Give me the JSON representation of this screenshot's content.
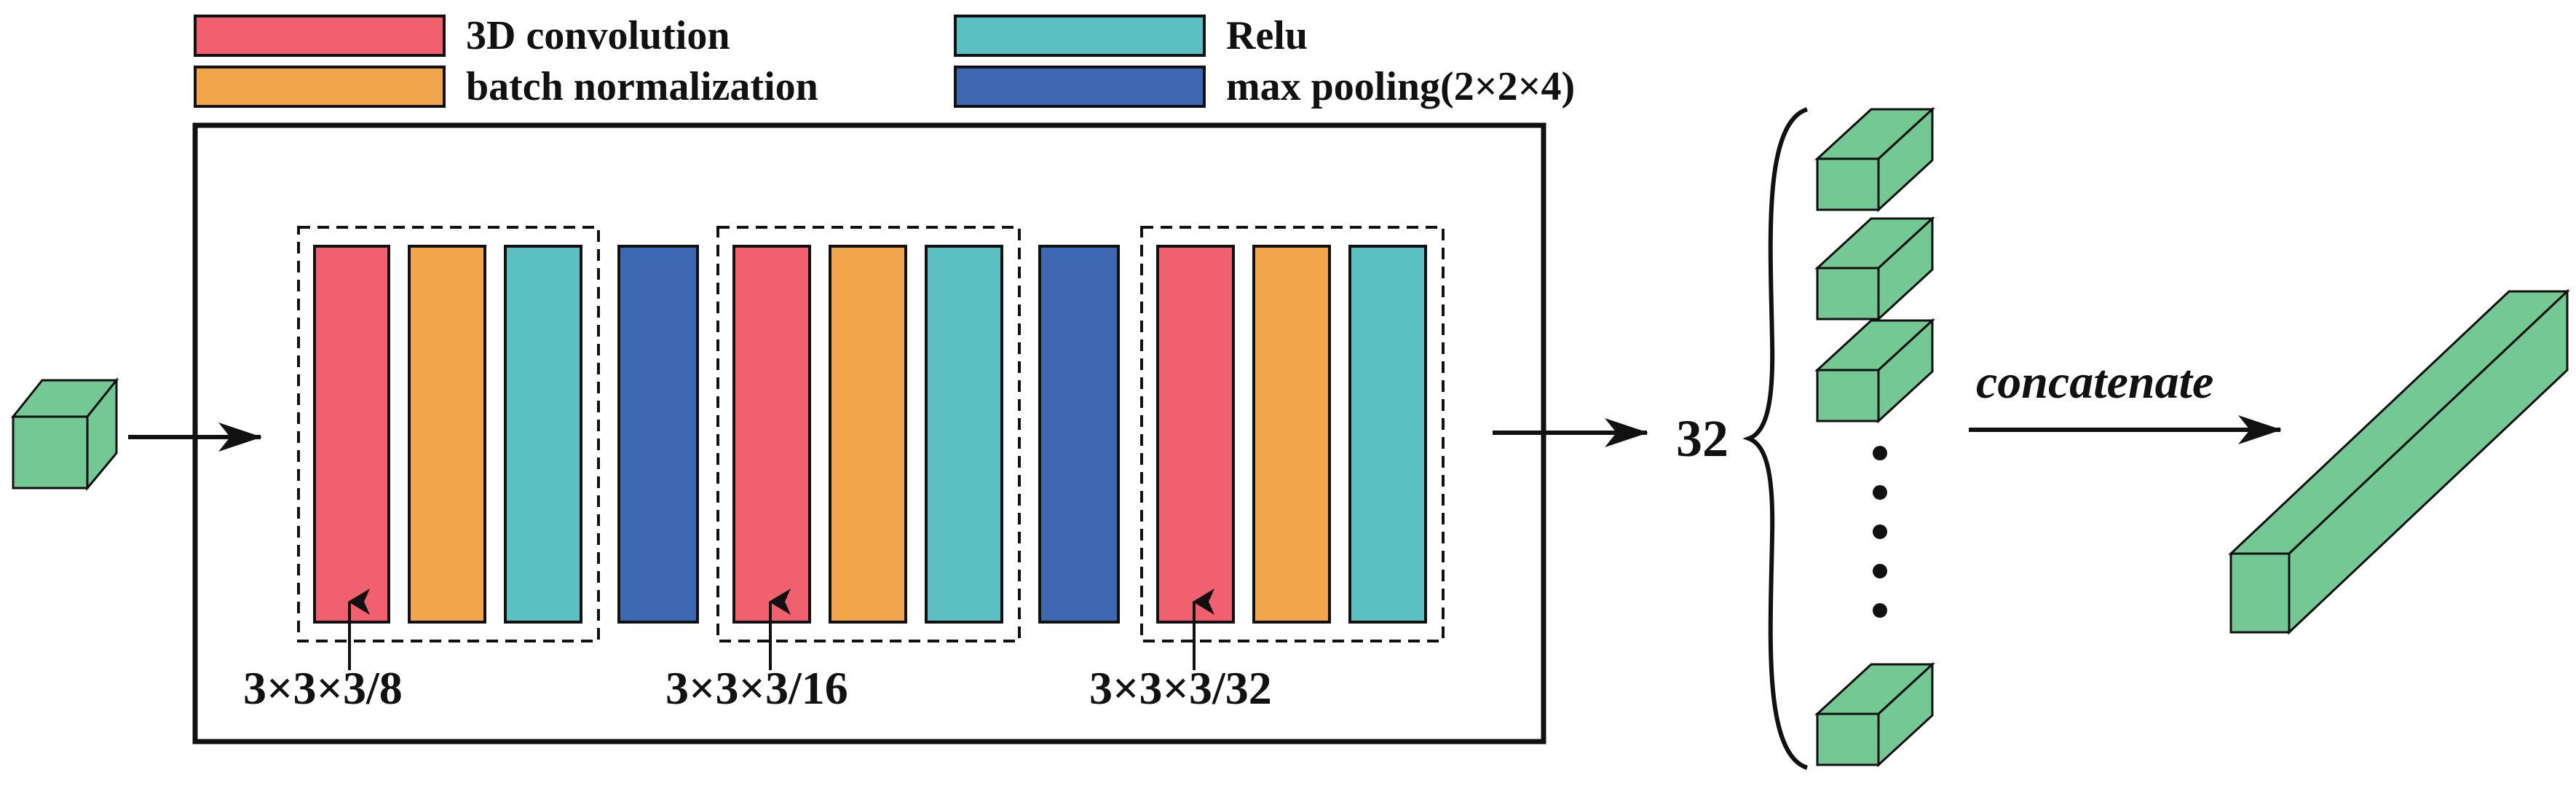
{
  "legend": {
    "conv": {
      "label": "3D convolution",
      "color": "#F0606E"
    },
    "bn": {
      "label": "batch normalization",
      "color": "#F2A64C"
    },
    "relu": {
      "label": "Relu",
      "color": "#5CBFC2"
    },
    "pool": {
      "label": "max pooling(2×2×4)",
      "color": "#3E68B2"
    }
  },
  "blocks": [
    {
      "kernel_label": "3×3×3/8"
    },
    {
      "kernel_label": "3×3×3/16"
    },
    {
      "kernel_label": "3×3×3/32"
    }
  ],
  "feature_count": "32",
  "operation_label": "concatenate",
  "cube_color": "#74C893"
}
